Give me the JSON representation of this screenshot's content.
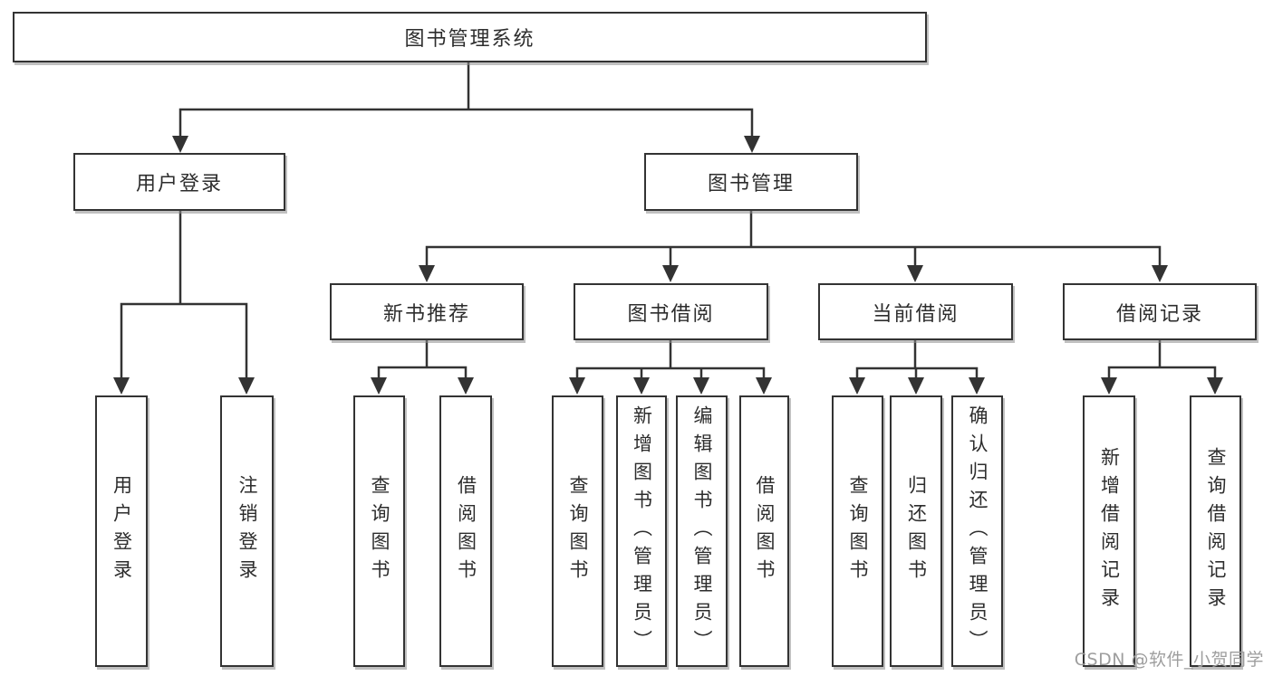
{
  "diagram": {
    "root": "图书管理系统",
    "branches": [
      {
        "label": "用户登录",
        "children": [
          "用户登录",
          "注销登录"
        ]
      },
      {
        "label": "图书管理",
        "sections": [
          {
            "label": "新书推荐",
            "children": [
              "查询图书",
              "借阅图书"
            ]
          },
          {
            "label": "图书借阅",
            "children": [
              "查询图书",
              "新增图书（管理员）",
              "编辑图书（管理员）",
              "借阅图书"
            ]
          },
          {
            "label": "当前借阅",
            "children": [
              "查询图书",
              "归还图书",
              "确认归还（管理员）"
            ]
          },
          {
            "label": "借阅记录",
            "children": [
              "新增借阅记录",
              "查询借阅记录"
            ]
          }
        ]
      }
    ],
    "watermark": "CSDN @软件_小贺同学",
    "colors": {
      "line": "#333333",
      "text": "#2d2d2d",
      "watermark": "#9e9e9e",
      "background": "#ffffff"
    }
  }
}
